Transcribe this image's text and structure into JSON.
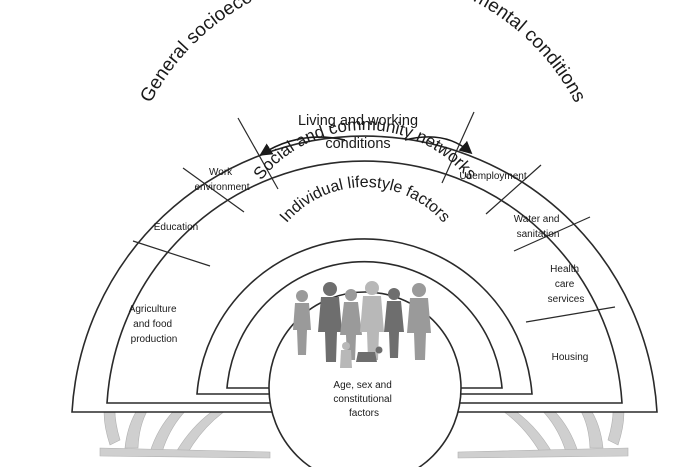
{
  "outer_layer": "General socioeconomic, cultural and environmental conditions",
  "living_working": {
    "line1": "Living and working",
    "line2": "conditions"
  },
  "social_layer": "Social and community networks",
  "lifestyle_layer": "Individual lifestyle factors",
  "left_segments": [
    {
      "lines": [
        "Agriculture",
        "and food",
        "production"
      ]
    },
    {
      "lines": [
        "Education"
      ]
    },
    {
      "lines": [
        "Work",
        "environment"
      ]
    }
  ],
  "right_segments": [
    {
      "lines": [
        "Unemployment"
      ]
    },
    {
      "lines": [
        "Water and",
        "sanitation"
      ]
    },
    {
      "lines": [
        "Health",
        "care",
        "services"
      ]
    },
    {
      "lines": [
        "Housing"
      ]
    }
  ],
  "center": {
    "lines": [
      "Age, sex and",
      "constitutional",
      "factors"
    ]
  },
  "colors": {
    "outline": "#2a2a2a",
    "figures": "#8a8a8a",
    "feedback_arrows": "#cfcfcf"
  }
}
